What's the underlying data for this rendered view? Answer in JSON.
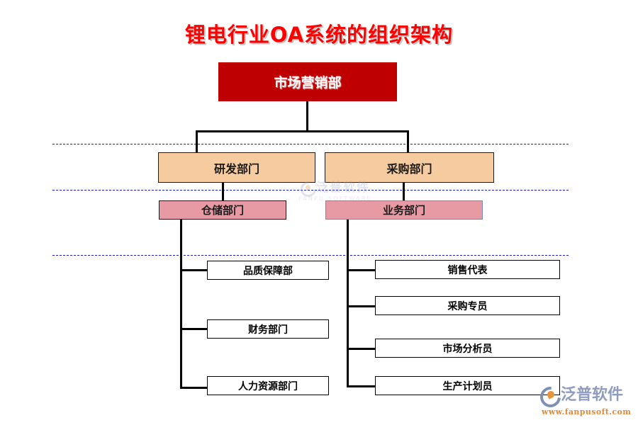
{
  "title": "锂电行业OA系统的组织架构",
  "colors": {
    "title_text": "#FF0000",
    "root_fill": "#BE0000",
    "root_text": "#FFFFFF",
    "level2_fill": "#F6CB9F",
    "level3_fill": "#E89AA4",
    "level3_blue_border": "#7184C4",
    "leaf_fill": "#FFFFFF",
    "connector": "#000000",
    "divider": "#1A1AC8",
    "brand_cn": "#8E9CC0",
    "brand_url": "#E08A3C"
  },
  "root": {
    "label": "市场营销部"
  },
  "level2": [
    {
      "label": "研发部门"
    },
    {
      "label": "采购部门"
    }
  ],
  "level3": [
    {
      "label": "仓储部门",
      "border": "black"
    },
    {
      "label": "业务部门",
      "border": "blue"
    }
  ],
  "branch_left": {
    "parent": "仓储部门",
    "leaves": [
      {
        "label": "品质保障部"
      },
      {
        "label": "财务部门"
      },
      {
        "label": "人力资源部门"
      }
    ]
  },
  "branch_right": {
    "parent": "业务部门",
    "leaves": [
      {
        "label": "销售代表"
      },
      {
        "label": "采购专员"
      },
      {
        "label": "市场分析员"
      },
      {
        "label": "生产计划员"
      }
    ]
  },
  "watermark": {
    "cn": "泛普软件",
    "en": "FANPU SOFTWARE"
  },
  "brand": {
    "name": "泛普软件",
    "url": "www.fanpusoft.com"
  }
}
